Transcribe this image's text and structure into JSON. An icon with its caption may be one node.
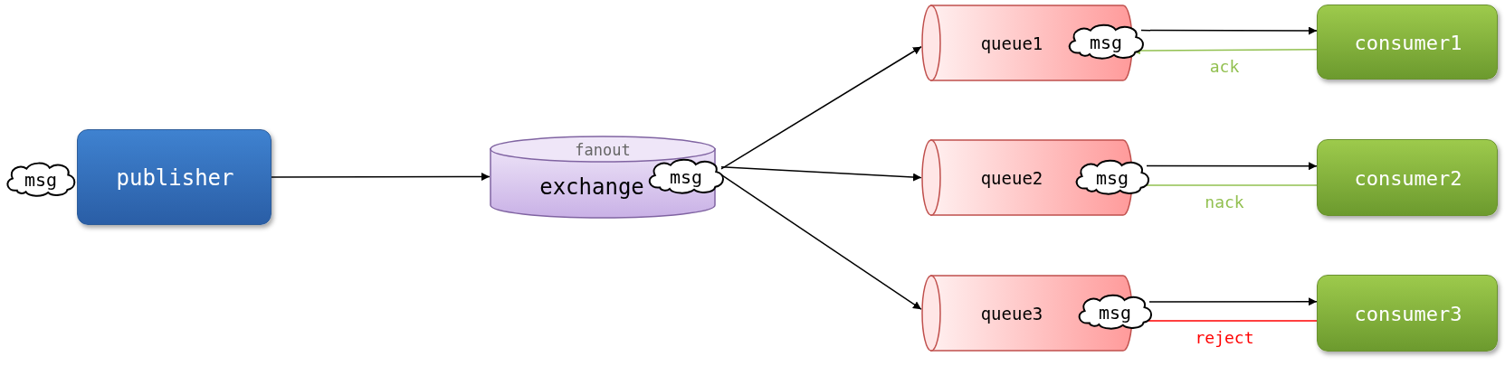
{
  "diagram": {
    "nodes": [
      {
        "text": [
          "msg"
        ]
      },
      {
        "text": [
          "publisher"
        ]
      },
      {
        "text": [
          "fanout",
          "exchange"
        ]
      },
      {
        "text": [
          "msg"
        ]
      },
      {
        "text": [
          "queue1"
        ]
      },
      {
        "text": [
          "msg"
        ]
      },
      {
        "text": [
          "queue2"
        ]
      },
      {
        "text": [
          "msg"
        ]
      },
      {
        "text": [
          "queue3"
        ]
      },
      {
        "text": [
          "msg"
        ]
      },
      {
        "text": [
          "consumer1"
        ]
      },
      {
        "text": [
          "consumer2"
        ]
      },
      {
        "text": [
          "consumer3"
        ]
      }
    ],
    "edges": [
      {
        "from": 1,
        "to": 2,
        "arrow": "to"
      },
      {
        "from": 3,
        "to": 4,
        "arrow": "to"
      },
      {
        "from": 3,
        "to": 6,
        "arrow": "to"
      },
      {
        "from": 3,
        "to": 8,
        "arrow": "to"
      },
      {
        "from": 5,
        "to": 10,
        "arrow": "to"
      },
      {
        "from": 10,
        "to": 4,
        "arrow": "to",
        "label": "ack",
        "color": "#92c050"
      },
      {
        "from": 7,
        "to": 11,
        "arrow": "to"
      },
      {
        "from": 11,
        "to": 6,
        "arrow": "to",
        "label": "nack",
        "color": "#92c050"
      },
      {
        "from": 9,
        "to": 12,
        "arrow": "to"
      },
      {
        "from": 12,
        "to": 8,
        "arrow": "to",
        "label": "reject",
        "color": "#ff0000"
      }
    ]
  }
}
